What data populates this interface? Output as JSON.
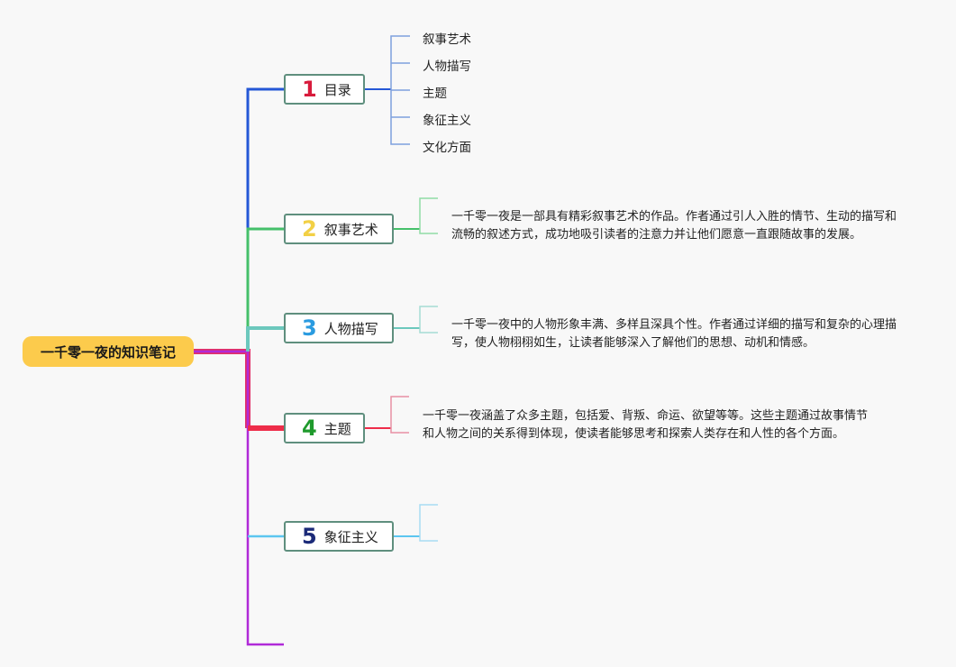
{
  "root": {
    "label": "一千零一夜的知识笔记",
    "color": "#fccb4c"
  },
  "branches": [
    {
      "number": "1",
      "label": "目录",
      "number_color": "#d81b3c",
      "line_color": "#2457d6",
      "children": [
        "叙事艺术",
        "人物描写",
        "主题",
        "象征主义",
        "文化方面"
      ]
    },
    {
      "number": "2",
      "label": "叙事艺术",
      "number_color": "#f2d045",
      "line_color": "#45c06a",
      "description": "一千零一夜是一部具有精彩叙事艺术的作品。作者通过引人入胜的情节、生动的描写和流畅的叙述方式，成功地吸引读者的注意力并让他们愿意一直跟随故事的发展。"
    },
    {
      "number": "3",
      "label": "人物描写",
      "number_color": "#2a9be0",
      "line_color": "#6cc8bd",
      "description": "一千零一夜中的人物形象丰满、多样且深具个性。作者通过详细的描写和复杂的心理描写，使人物栩栩如生，让读者能够深入了解他们的思想、动机和情感。"
    },
    {
      "number": "4",
      "label": "主题",
      "number_color": "#1f9a2c",
      "line_color": "#ee2d4a",
      "description": "一千零一夜涵盖了众多主题，包括爱、背叛、命运、欲望等等。这些主题通过故事情节和人物之间的关系得到体现，使读者能够思考和探索人类存在和人性的各个方面。"
    },
    {
      "number": "5",
      "label": "象征主义",
      "number_color": "#1b2a78",
      "line_color": "#5cc6f0",
      "description": ""
    }
  ],
  "trunk_color": "#b02ad8"
}
